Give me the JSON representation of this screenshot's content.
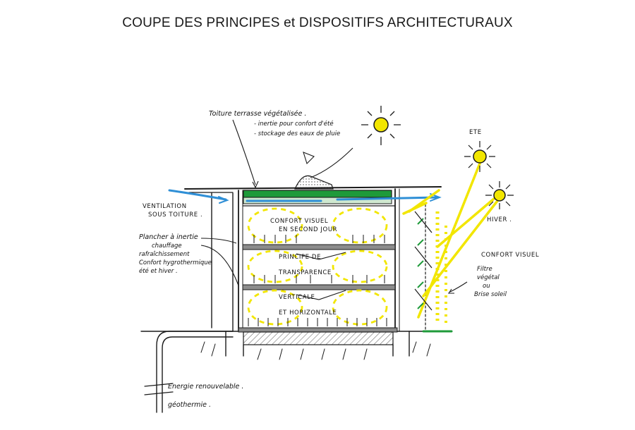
{
  "title": "COUPE DES PRINCIPES et DISPOSITIFS ARCHITECTURAUX",
  "annotations": {
    "roof_1": "Toiture terrasse végétalisée .",
    "roof_2": "- inertie pour confort d'été",
    "roof_3": "- stockage des eaux de pluie",
    "sun_summer": "ETE",
    "sun_winter": "HIVER .",
    "ventilation_1": "VENTILATION",
    "ventilation_2": "SOUS TOITURE .",
    "floor_1": "Plancher à inertie",
    "floor_2": "chauffage",
    "floor_3": "rafraîchissement",
    "floor_4": "Confort hygrothermique",
    "floor_5": "été et hiver .",
    "confort_1": "CONFORT VISUEL",
    "confort_2": "EN SECOND JOUR",
    "principe_1": "PRINCIPE DE",
    "principe_2": "TRANSPARENCE",
    "principe_3": "VERTICALE",
    "principe_4": "ET HORIZONTALE",
    "visual_1": "CONFORT VISUEL",
    "visual_2": "Filtre",
    "visual_3": "végétal",
    "visual_4": "ou",
    "visual_5": "Brise soleil",
    "energy_1": "Energie renouvelable .",
    "energy_2": "géothermie ."
  },
  "colors": {
    "ink": "#1a1a1a",
    "sun": "#f2e600",
    "air": "#2f8fd6",
    "green_roof": "#1e9a3a",
    "floor_slab": "#8c8c8c",
    "heat": "#d42020"
  }
}
